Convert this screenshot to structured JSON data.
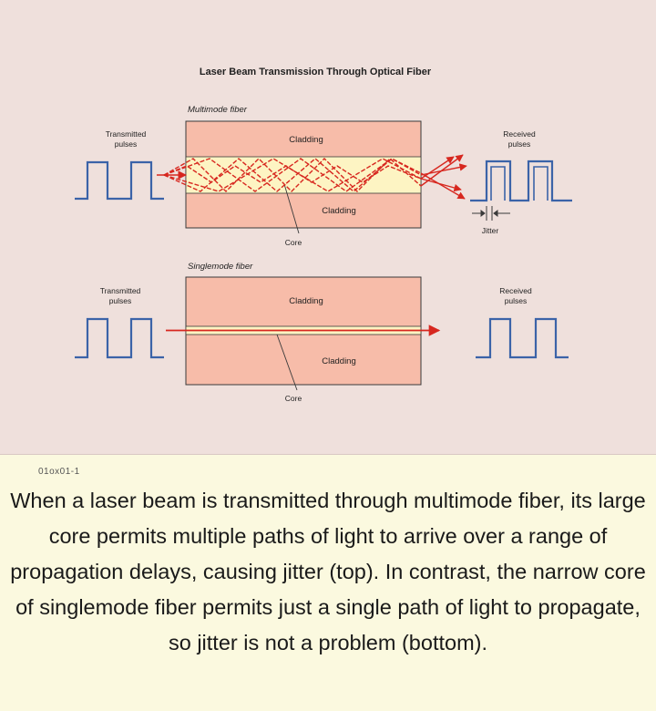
{
  "diagram": {
    "title": "Laser Beam Transmission Through Optical Fiber",
    "multimode": {
      "section_label": "Multimode fiber",
      "transmitted_label": [
        "Transmitted",
        "pulses"
      ],
      "received_label": [
        "Received",
        "pulses"
      ],
      "cladding_top": "Cladding",
      "cladding_bottom": "Cladding",
      "core_label": "Core",
      "jitter_label": "Jitter"
    },
    "singlemode": {
      "section_label": "Singlemode fiber",
      "transmitted_label": [
        "Transmitted",
        "pulses"
      ],
      "received_label": [
        "Received",
        "pulses"
      ],
      "cladding_top": "Cladding",
      "cladding_bottom": "Cladding",
      "core_label": "Core"
    },
    "colors": {
      "cladding": "#f7bca9",
      "core": "#fdf4c3",
      "ray": "#d7271f",
      "pulse": "#3b63a8",
      "outline": "#3a3a3a"
    }
  },
  "figure_id": "01ox01-1",
  "caption": "When a laser beam is transmitted through multimode fiber, its large core permits multiple paths of light to arrive over a range of propagation delays, causing jitter (top).  In contrast, the narrow core of singlemode fiber permits just a single path of light to propagate, so jitter is not a problem (bottom)."
}
